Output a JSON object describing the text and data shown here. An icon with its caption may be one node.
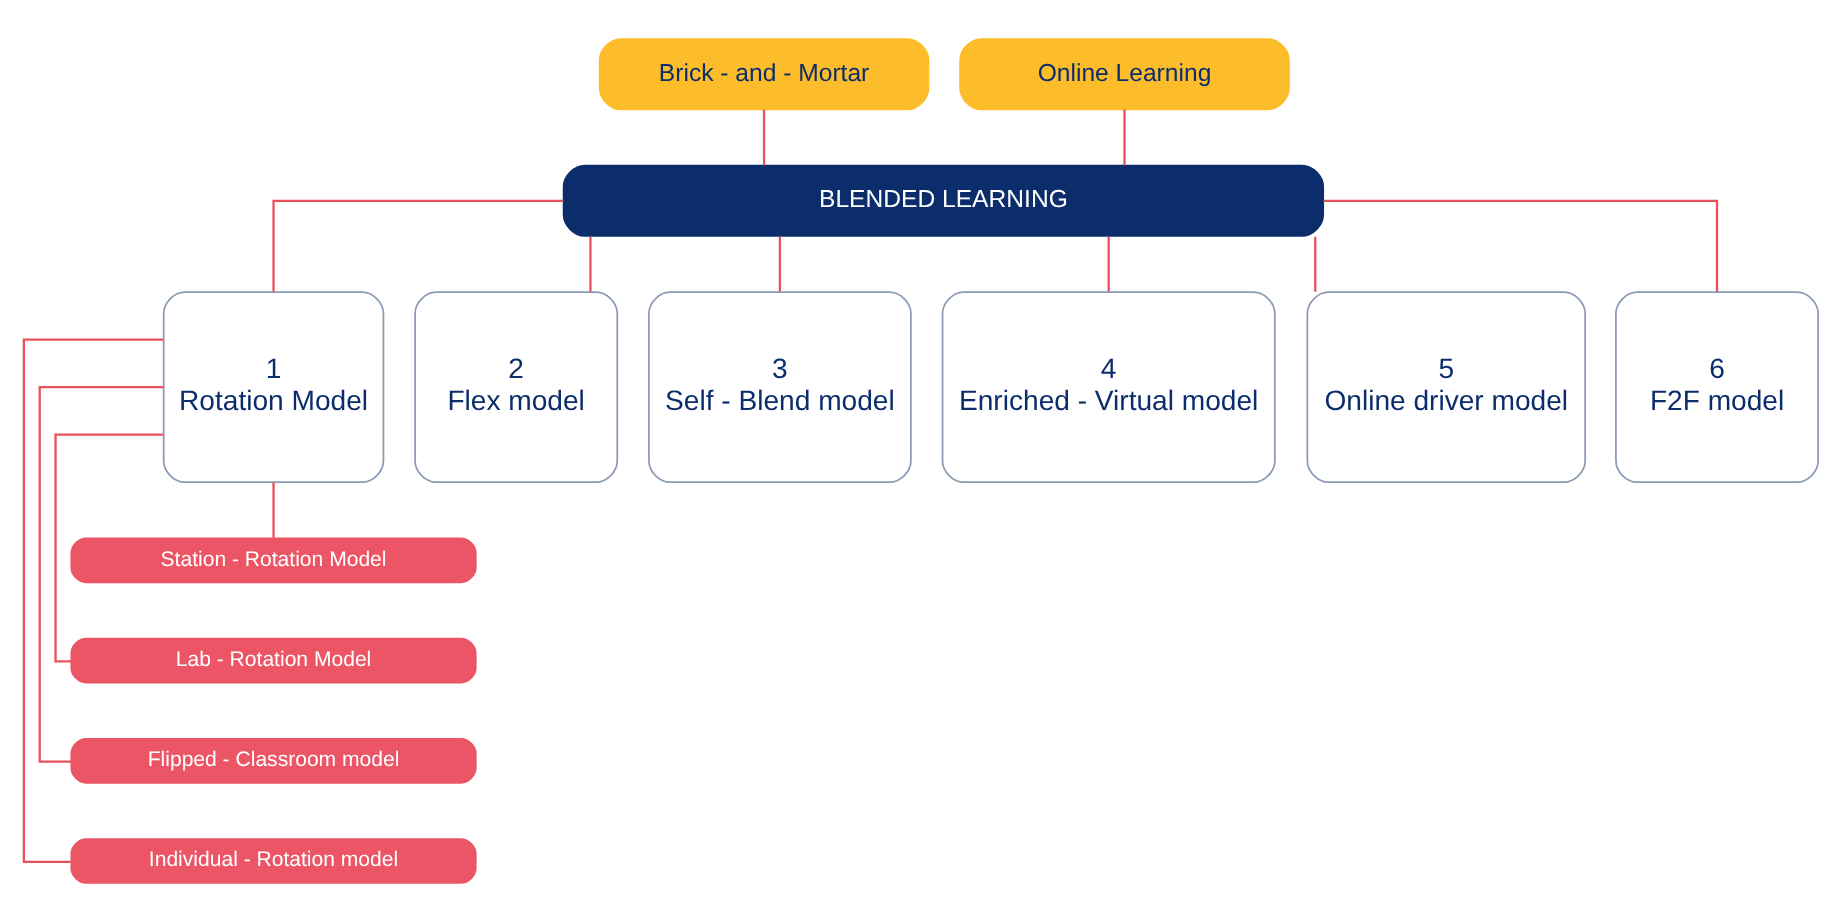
{
  "diagram": {
    "nodes": [
      {
        "text": [
          "Brick - and - Mortar"
        ]
      },
      {
        "text": [
          "Online Learning"
        ]
      },
      {
        "text": [
          "BLENDED LEARNING"
        ]
      },
      {
        "text": [
          "1",
          "Rotation Model"
        ]
      },
      {
        "text": [
          "2",
          "Flex model"
        ]
      },
      {
        "text": [
          "3",
          "Self - Blend model"
        ]
      },
      {
        "text": [
          "4",
          "Enriched - Virtual model"
        ]
      },
      {
        "text": [
          "5",
          "Online driver model"
        ]
      },
      {
        "text": [
          "6",
          "F2F model"
        ]
      },
      {
        "text": [
          "Station - Rotation Model"
        ]
      },
      {
        "text": [
          "Lab - Rotation Model"
        ]
      },
      {
        "text": [
          "Flipped - Classroom model"
        ]
      },
      {
        "text": [
          "Individual - Rotation model"
        ]
      }
    ],
    "edges": [
      {
        "from": 0,
        "to": 2,
        "arrow": "none"
      },
      {
        "from": 1,
        "to": 2,
        "arrow": "none"
      },
      {
        "from": 2,
        "to": 3,
        "arrow": "none"
      },
      {
        "from": 2,
        "to": 4,
        "arrow": "none"
      },
      {
        "from": 2,
        "to": 5,
        "arrow": "none"
      },
      {
        "from": 2,
        "to": 6,
        "arrow": "none"
      },
      {
        "from": 2,
        "to": 7,
        "arrow": "none"
      },
      {
        "from": 2,
        "to": 8,
        "arrow": "none"
      },
      {
        "from": 3,
        "to": 9,
        "arrow": "none"
      },
      {
        "from": 3,
        "to": 10,
        "arrow": "none"
      },
      {
        "from": 3,
        "to": 11,
        "arrow": "none"
      },
      {
        "from": 3,
        "to": 12,
        "arrow": "none"
      }
    ]
  }
}
